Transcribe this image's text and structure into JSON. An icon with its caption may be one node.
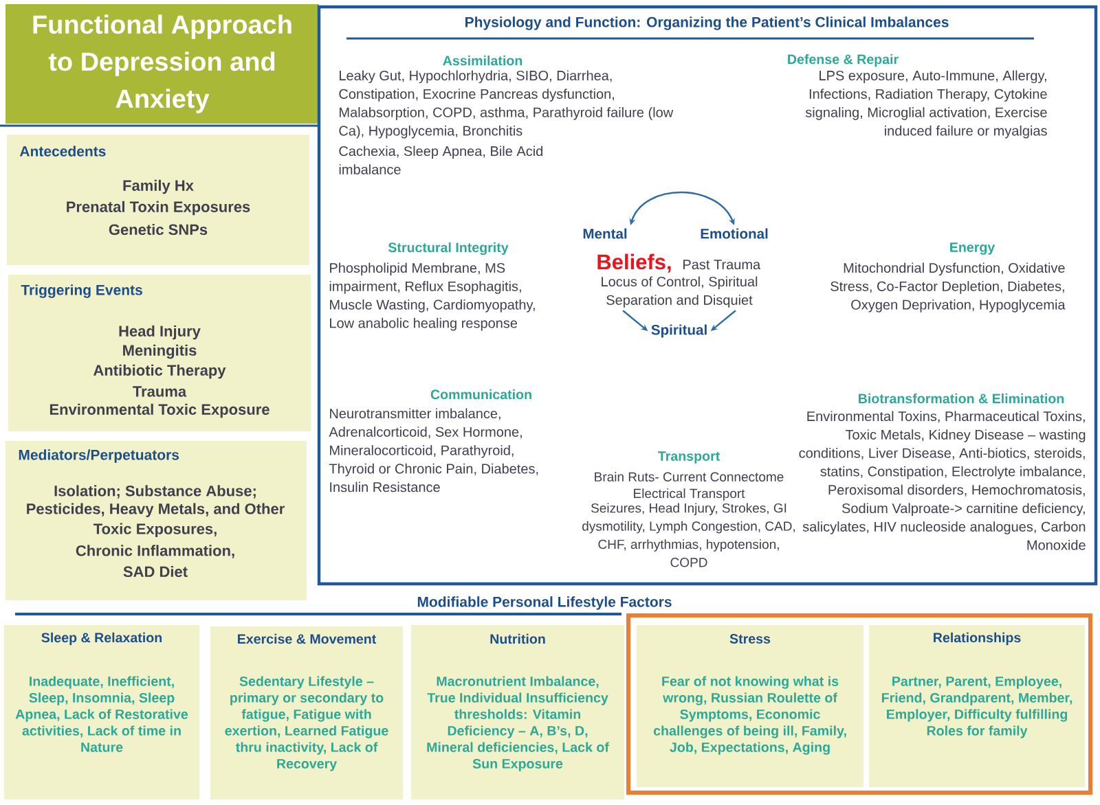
{
  "diagram": {
    "title": "Functional Approach to Depression and Anxiety",
    "nodes": [
      {
        "text": [
          "Antecedents",
          "Family Hx",
          "Prenatal Toxin Exposures",
          "Genetic SNPs"
        ]
      },
      {
        "text": [
          "Triggering Events",
          "Head Injury",
          "Meningitis",
          "Antibiotic Therapy",
          "Trauma",
          "Environmental Toxic Exposure"
        ]
      },
      {
        "text": [
          "Mediators/Perpetuators",
          "Isolation; Substance Abuse;",
          "Pesticides, Heavy Metals, and Other Toxic Exposures,",
          "Chronic Inflammation,",
          "SAD Diet"
        ]
      },
      {
        "text": [
          "Physiology and Function: Organizing the Patient’s Clinical Imbalances"
        ]
      },
      {
        "text": [
          "Mental"
        ],
        "in": 3
      },
      {
        "text": [
          "Emotional"
        ],
        "in": 3
      },
      {
        "text": [
          "Beliefs,",
          "Past Trauma",
          "Locus of Control, Spiritual Separation and Disquiet"
        ],
        "in": 3
      },
      {
        "text": [
          "Spiritual"
        ],
        "in": 3
      },
      {
        "text": [
          "Sleep & Relaxation",
          "Inadequate, Inefficient, Sleep, Insomnia, Sleep Apnea, Lack of Restorative activities, Lack of time in Nature"
        ]
      },
      {
        "text": [
          "Exercise & Movement",
          "Sedentary Lifestyle – primary or secondary to fatigue, Fatigue with exertion, Learned Fatigue thru inactivity, Lack of Recovery"
        ]
      },
      {
        "text": [
          "Nutrition",
          "Macronutrient Imbalance, True Individual Insufficiency thresholds: Vitamin Deficiency – A, B’s, D, Mineral deficiencies, Lack of Sun Exposure"
        ]
      },
      {
        "text": [],
        "shape": "box"
      },
      {
        "text": [
          "Stress",
          "Fear of not knowing what is wrong, Russian Roulette of Symptoms, Economic challenges of being ill, Family, Job, Expectations, Aging"
        ],
        "in": 11
      },
      {
        "text": [
          "Relationships",
          "Partner, Parent, Employee, Friend, Grandparent, Member, Employer, Difficulty fulfilling Roles for family"
        ],
        "in": 11
      }
    ],
    "edges": [
      {
        "from": 4,
        "to": 5,
        "arrow": "both"
      },
      {
        "from": 6,
        "to": 7,
        "arrow": "to"
      },
      {
        "from": 6,
        "to": 7,
        "arrow": "to"
      }
    ],
    "labels": [
      "Assimilation",
      "Leaky Gut, Hypochlorhydria, SIBO, Diarrhea, Constipation, Exocrine Pancreas dysfunction, Malabsorption, COPD, asthma, Parathyroid failure (low Ca), Hypoglycemia, Bronchitis",
      "Cachexia, Sleep Apnea, Bile Acid imbalance",
      "Defense & Repair",
      "LPS exposure, Auto-Immune, Allergy, Infections, Radiation Therapy, Cytokine signaling, Microglial activation, Exercise induced failure or myalgias",
      "Structural Integrity",
      "Phospholipid Membrane, MS impairment, Reflux Esophagitis, Muscle Wasting, Cardiomyopathy, Low anabolic healing response",
      "Energy",
      "Mitochondrial Dysfunction, Oxidative Stress, Co-Factor Depletion, Diabetes, Oxygen Deprivation, Hypoglycemia",
      "Communication",
      "Neurotransmitter imbalance, Adrenalcorticoid, Sex Hormone, Mineralocorticoid, Parathyroid, Thyroid or Chronic Pain, Diabetes, Insulin Resistance",
      "Biotransformation & Elimination",
      "Environmental Toxins, Pharmaceutical Toxins, Toxic Metals, Kidney Disease – wasting conditions, Liver Disease, Anti-biotics, steroids, statins, Constipation, Electrolyte imbalance, Peroxisomal disorders, Hemochromatosis, Sodium Valproate-> carnitine deficiency, salicylates, HIV nucleoside analogues, Carbon Monoxide",
      "Transport",
      "Brain Ruts- Current Connectome",
      "Electrical Transport",
      "Seizures, Head Injury, Strokes, GI dysmotility, Lymph Congestion, CAD, CHF, arrhythmias, hypotension, COPD",
      "Modifiable Personal Lifestyle Factors"
    ]
  }
}
